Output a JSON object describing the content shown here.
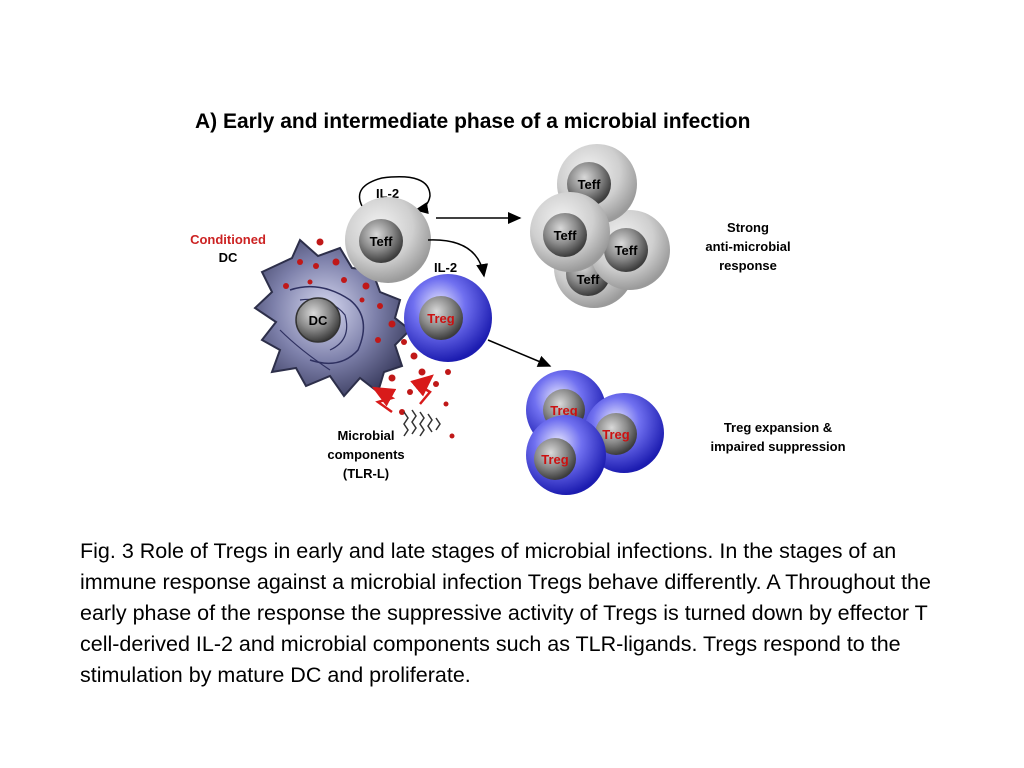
{
  "figure": {
    "title": "A)  Early and intermediate phase of a microbial infection",
    "labels": {
      "conditioned": "Conditioned",
      "dc_short": "DC",
      "dc_cell": "DC",
      "il2_top": "IL-2",
      "il2_mid": "IL-2",
      "teff": "Teff",
      "teff_partial": "Teff",
      "treg": "Treg",
      "microbial_line1": "Microbial",
      "microbial_line2": "components",
      "microbial_line3": "(TLR-L)",
      "strong_line1": "Strong",
      "strong_line2": "anti-microbial",
      "strong_line3": "response",
      "expansion_line1": "Treg expansion &",
      "expansion_line2": "impaired suppression"
    },
    "colors": {
      "conditioned_label": "#cc2222",
      "treg_ring": "#3d3dd6",
      "treg_text": "#cc1111",
      "particles": "#c01818",
      "dc_body": "#6b6f9a"
    }
  },
  "caption": "Fig. 3 Role of Tregs in early and late stages of microbial infections. In the stages of an immune response against a microbial infection Tregs behave differently. A Throughout the early phase of the response the suppressive activity of Tregs is turned down by effector T cell-derived IL-2 and microbial components such as TLR-ligands. Tregs respond to the stimulation by mature DC and proliferate."
}
